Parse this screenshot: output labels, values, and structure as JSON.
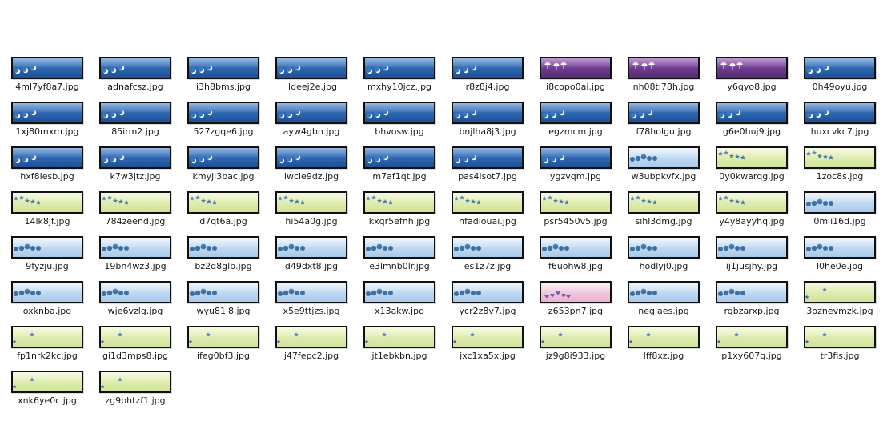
{
  "colors": {
    "blue": "#2c66b0",
    "purple": "#6e3b8f",
    "light_blue": "#bcd6f0",
    "green": "#dcebab",
    "pink": "#f1c2dc",
    "frame": "#101010"
  },
  "files": [
    {
      "name": "4ml7yf8a7.jpg",
      "style": "blue",
      "icon": "moon-icon"
    },
    {
      "name": "adnafcsz.jpg",
      "style": "blue",
      "icon": "moon-icon"
    },
    {
      "name": "i3h8bms.jpg",
      "style": "blue",
      "icon": "moon-icon"
    },
    {
      "name": "ildeej2e.jpg",
      "style": "blue",
      "icon": "moon-icon"
    },
    {
      "name": "mxhy10jcz.jpg",
      "style": "blue",
      "icon": "moon-icon"
    },
    {
      "name": "r8z8j4.jpg",
      "style": "blue",
      "icon": "moon-icon"
    },
    {
      "name": "i8copo0ai.jpg",
      "style": "purple",
      "icon": "umbrella-icon"
    },
    {
      "name": "nh08ti78h.jpg",
      "style": "purple",
      "icon": "umbrella-icon"
    },
    {
      "name": "y6qyo8.jpg",
      "style": "purple",
      "icon": "umbrella-icon"
    },
    {
      "name": "0h49oyu.jpg",
      "style": "blue",
      "icon": "moon-icon"
    },
    {
      "name": "1xj80mxm.jpg",
      "style": "blue",
      "icon": "moon-icon"
    },
    {
      "name": "85irm2.jpg",
      "style": "blue",
      "icon": "moon-icon"
    },
    {
      "name": "527zgqe6.jpg",
      "style": "blue",
      "icon": "moon-icon"
    },
    {
      "name": "ayw4gbn.jpg",
      "style": "blue",
      "icon": "moon-icon"
    },
    {
      "name": "bhvosw.jpg",
      "style": "blue",
      "icon": "moon-icon"
    },
    {
      "name": "bnjlha8j3.jpg",
      "style": "blue",
      "icon": "moon-icon"
    },
    {
      "name": "egzmcm.jpg",
      "style": "blue",
      "icon": "moon-icon"
    },
    {
      "name": "f78holgu.jpg",
      "style": "blue",
      "icon": "moon-icon"
    },
    {
      "name": "g6e0huj9.jpg",
      "style": "blue",
      "icon": "moon-icon"
    },
    {
      "name": "huxcvkc7.jpg",
      "style": "blue",
      "icon": "moon-icon"
    },
    {
      "name": "hxf8iesb.jpg",
      "style": "blue",
      "icon": "moon-icon"
    },
    {
      "name": "k7w3jtz.jpg",
      "style": "blue",
      "icon": "moon-icon"
    },
    {
      "name": "kmyjl3bac.jpg",
      "style": "blue",
      "icon": "moon-icon"
    },
    {
      "name": "lwcle9dz.jpg",
      "style": "blue",
      "icon": "moon-icon"
    },
    {
      "name": "m7af1qt.jpg",
      "style": "blue",
      "icon": "moon-icon"
    },
    {
      "name": "pas4isot7.jpg",
      "style": "blue",
      "icon": "moon-icon"
    },
    {
      "name": "ygzvqm.jpg",
      "style": "blue",
      "icon": "moon-icon"
    },
    {
      "name": "w3ubpkvfx.jpg",
      "style": "lblue",
      "icon": "dots-icon"
    },
    {
      "name": "0y0kwarqg.jpg",
      "style": "green",
      "icon": "stars-icon"
    },
    {
      "name": "1zoc8s.jpg",
      "style": "green",
      "icon": "stars-icon"
    },
    {
      "name": "14lk8jf.jpg",
      "style": "green",
      "icon": "stars-icon"
    },
    {
      "name": "784zeend.jpg",
      "style": "green",
      "icon": "stars-icon"
    },
    {
      "name": "d7qt6a.jpg",
      "style": "green",
      "icon": "stars-icon"
    },
    {
      "name": "hi54a0g.jpg",
      "style": "green",
      "icon": "stars-icon"
    },
    {
      "name": "kxqr5efnh.jpg",
      "style": "green",
      "icon": "stars-icon"
    },
    {
      "name": "nfadiouai.jpg",
      "style": "green",
      "icon": "stars-icon"
    },
    {
      "name": "psr5450v5.jpg",
      "style": "green",
      "icon": "stars-icon"
    },
    {
      "name": "sihl3dmg.jpg",
      "style": "green",
      "icon": "stars-icon"
    },
    {
      "name": "y4y8ayyhq.jpg",
      "style": "green",
      "icon": "stars-icon"
    },
    {
      "name": "0mli16d.jpg",
      "style": "lblue",
      "icon": "dots-icon"
    },
    {
      "name": "9fyzju.jpg",
      "style": "lblue",
      "icon": "dots-icon"
    },
    {
      "name": "19bn4wz3.jpg",
      "style": "lblue",
      "icon": "dots-icon"
    },
    {
      "name": "bz2q8glb.jpg",
      "style": "lblue",
      "icon": "dots-icon"
    },
    {
      "name": "d49dxt8.jpg",
      "style": "lblue",
      "icon": "dots-icon"
    },
    {
      "name": "e3lmnb0lr.jpg",
      "style": "lblue",
      "icon": "dots-icon"
    },
    {
      "name": "es1z7z.jpg",
      "style": "lblue",
      "icon": "dots-icon"
    },
    {
      "name": "f6uohw8.jpg",
      "style": "lblue",
      "icon": "dots-icon"
    },
    {
      "name": "hodlyj0.jpg",
      "style": "lblue",
      "icon": "dots-icon"
    },
    {
      "name": "ij1jusjhy.jpg",
      "style": "lblue",
      "icon": "dots-icon"
    },
    {
      "name": "l0he0e.jpg",
      "style": "lblue",
      "icon": "dots-icon"
    },
    {
      "name": "oxknba.jpg",
      "style": "lblue",
      "icon": "dots-icon"
    },
    {
      "name": "wje6vzlg.jpg",
      "style": "lblue",
      "icon": "dots-icon"
    },
    {
      "name": "wyu81i8.jpg",
      "style": "lblue",
      "icon": "dots-icon"
    },
    {
      "name": "x5e9ttjzs.jpg",
      "style": "lblue",
      "icon": "dots-icon"
    },
    {
      "name": "x13akw.jpg",
      "style": "lblue",
      "icon": "dots-icon"
    },
    {
      "name": "ycr2z8v7.jpg",
      "style": "lblue",
      "icon": "dots-icon"
    },
    {
      "name": "z653pn7.jpg",
      "style": "pink",
      "icon": "hearts-icon"
    },
    {
      "name": "negjaes.jpg",
      "style": "lblue",
      "icon": "dots-icon"
    },
    {
      "name": "rgbzarxp.jpg",
      "style": "lblue",
      "icon": "dots-icon"
    },
    {
      "name": "3oznevmzk.jpg",
      "style": "green",
      "icon": "star-icon"
    },
    {
      "name": "fp1nrk2kc.jpg",
      "style": "green",
      "icon": "star-icon"
    },
    {
      "name": "gi1d3mps8.jpg",
      "style": "green",
      "icon": "star-icon"
    },
    {
      "name": "ifeg0bf3.jpg",
      "style": "green",
      "icon": "star-icon"
    },
    {
      "name": "j47fepc2.jpg",
      "style": "green",
      "icon": "star-icon"
    },
    {
      "name": "jt1ebkbn.jpg",
      "style": "green",
      "icon": "star-icon"
    },
    {
      "name": "jxc1xa5x.jpg",
      "style": "green",
      "icon": "star-icon"
    },
    {
      "name": "jz9g8i933.jpg",
      "style": "green",
      "icon": "star-icon"
    },
    {
      "name": "lff8xz.jpg",
      "style": "green",
      "icon": "star-icon"
    },
    {
      "name": "p1xy607q.jpg",
      "style": "green",
      "icon": "star-icon"
    },
    {
      "name": "tr3fis.jpg",
      "style": "green",
      "icon": "star-icon"
    },
    {
      "name": "xnk6ye0c.jpg",
      "style": "green",
      "icon": "star-icon"
    },
    {
      "name": "zg9phtzf1.jpg",
      "style": "green",
      "icon": "star-icon"
    }
  ]
}
